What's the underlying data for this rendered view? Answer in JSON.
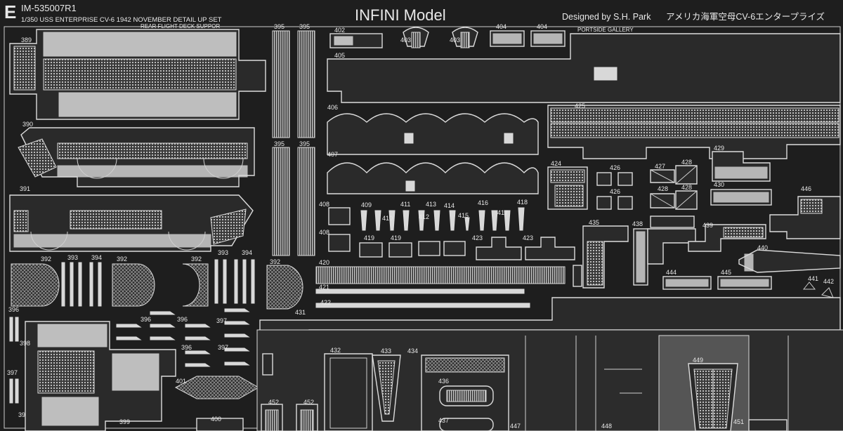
{
  "header": {
    "fret_letter": "E",
    "product_code": "IM-535007R1",
    "product_title": "1/350 USS ENTERPRISE CV-6 1942 NOVEMBER DETAIL UP SET",
    "brand": "INFINI Model",
    "designer": "Designed by S.H. Park",
    "japanese_title": "アメリカ海軍空母CV-6エンタープライズ"
  },
  "section_labels": {
    "rear_flight_deck": "REAR FLIGHT DECK SUPPOR",
    "portside_gallery": "PORTSIDE GALLERY"
  },
  "part_numbers": {
    "p389": "389",
    "p390": "390",
    "p391": "391",
    "p392": "392",
    "p393": "393",
    "p394": "394",
    "p395": "395",
    "p396": "396",
    "p397": "397",
    "p398": "398",
    "p399": "399",
    "p400": "400",
    "p401": "401",
    "p402": "402",
    "p403": "403",
    "p404": "404",
    "p405": "405",
    "p406": "406",
    "p407": "407",
    "p408": "408",
    "p409": "409",
    "p410": "410",
    "p411": "411",
    "p412": "412",
    "p413": "413",
    "p414": "414",
    "p415": "415",
    "p416": "416",
    "p417": "417",
    "p418": "418",
    "p419": "419",
    "p420": "420",
    "p421": "421",
    "p422": "422",
    "p423": "423",
    "p424": "424",
    "p425": "425",
    "p426": "426",
    "p427": "427",
    "p428": "428",
    "p429": "429",
    "p430": "430",
    "p431": "431",
    "p432": "432",
    "p433": "433",
    "p434": "434",
    "p435": "435",
    "p436": "436",
    "p437": "437",
    "p438": "438",
    "p439": "439",
    "p440": "440",
    "p441": "441",
    "p442": "442",
    "p443": "443",
    "p444": "444",
    "p445": "445",
    "p446": "446",
    "p447": "447",
    "p448": "448",
    "p449": "449",
    "p451": "451",
    "p452": "452"
  },
  "colors": {
    "fret_background": "#1e1e1e",
    "etched_metal": "#dcdcdc",
    "label_text": "#e8e8e8"
  }
}
